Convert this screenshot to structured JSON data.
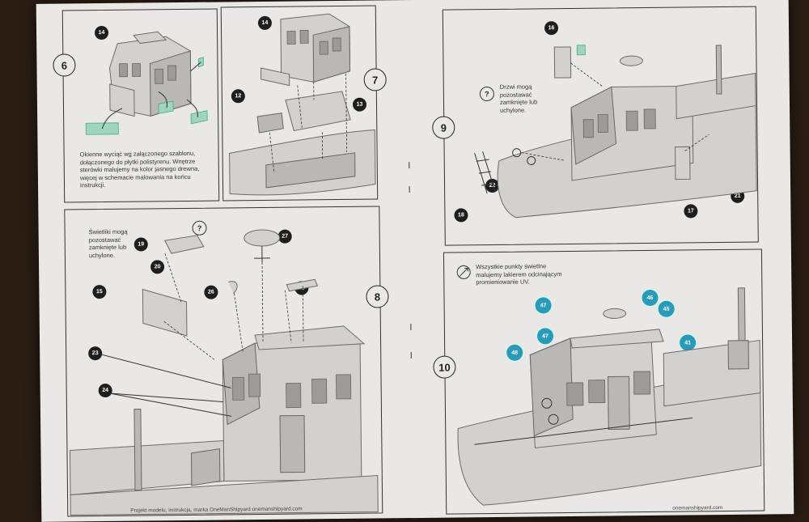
{
  "steps": {
    "s6": {
      "num": "6",
      "parts": [
        "14"
      ]
    },
    "s7": {
      "num": "7",
      "parts": [
        "14",
        "12",
        "13"
      ]
    },
    "s8": {
      "num": "8",
      "parts": [
        "19",
        "20",
        "15",
        "23",
        "24",
        "26",
        "27",
        "25"
      ],
      "question": "?"
    },
    "s9": {
      "num": "9",
      "parts": [
        "16",
        "22",
        "18",
        "17",
        "21"
      ],
      "question": "?"
    },
    "s10": {
      "num": "10",
      "parts_blue": [
        "47",
        "47",
        "46",
        "45",
        "48",
        "41"
      ]
    }
  },
  "notes": {
    "s6": "Okienne wyciąć wg załączonego szablonu, dołączonego do płytki polistyrenu. Wnętrze sterówki malujemy na kolor jasnego drewna, więcej w schemacie malowania na końcu instrukcji.",
    "s8": "Świetliki mogą pozostawać zamknięte lub uchylone.",
    "s9": "Drzwi mogą pozostawać zamknięte lub uchylone.",
    "s10": "Wszystkie punkty świetlne malujemy lakierem odcinającym promieniowanie UV."
  },
  "footer": {
    "left": "Projekt modelu, instrukcja, marka OneManShipyard onemanshipyard.com",
    "right": "onemanshipyard.com"
  },
  "colors": {
    "paper": "#e9e8e6",
    "ink": "#222222",
    "accent": "#2a9ab8",
    "glass": "#9fd4bf"
  }
}
